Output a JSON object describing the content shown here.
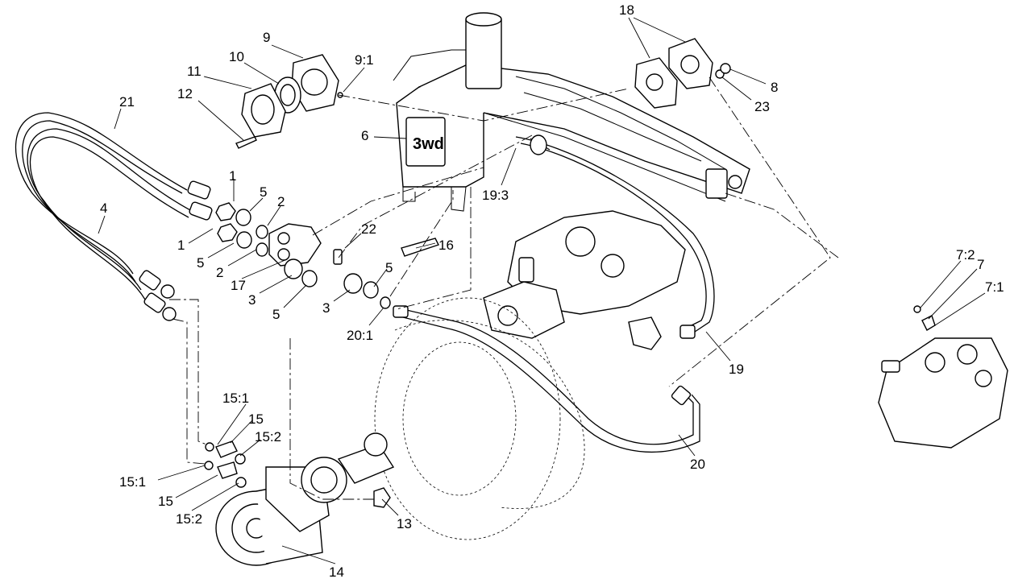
{
  "diagram": {
    "callouts": [
      {
        "id": "c-18",
        "text": "18"
      },
      {
        "id": "c-9",
        "text": "9"
      },
      {
        "id": "c-9-1",
        "text": "9:1"
      },
      {
        "id": "c-10",
        "text": "10"
      },
      {
        "id": "c-11",
        "text": "11"
      },
      {
        "id": "c-12",
        "text": "12"
      },
      {
        "id": "c-21",
        "text": "21"
      },
      {
        "id": "c-8",
        "text": "8"
      },
      {
        "id": "c-23",
        "text": "23"
      },
      {
        "id": "c-6",
        "text": "6"
      },
      {
        "id": "c-19-3",
        "text": "19:3"
      },
      {
        "id": "c-1a",
        "text": "1"
      },
      {
        "id": "c-5a",
        "text": "5"
      },
      {
        "id": "c-2a",
        "text": "2"
      },
      {
        "id": "c-4",
        "text": "4"
      },
      {
        "id": "c-1b",
        "text": "1"
      },
      {
        "id": "c-22",
        "text": "22"
      },
      {
        "id": "c-16",
        "text": "16"
      },
      {
        "id": "c-5b",
        "text": "5"
      },
      {
        "id": "c-2b",
        "text": "2"
      },
      {
        "id": "c-17",
        "text": "17"
      },
      {
        "id": "c-3a",
        "text": "3"
      },
      {
        "id": "c-5c",
        "text": "5"
      },
      {
        "id": "c-5d",
        "text": "5"
      },
      {
        "id": "c-3b",
        "text": "3"
      },
      {
        "id": "c-20-1",
        "text": "20:1"
      },
      {
        "id": "c-7-2",
        "text": "7:2"
      },
      {
        "id": "c-7",
        "text": "7"
      },
      {
        "id": "c-7-1",
        "text": "7:1"
      },
      {
        "id": "c-19",
        "text": "19"
      },
      {
        "id": "c-15-1a",
        "text": "15:1"
      },
      {
        "id": "c-15a",
        "text": "15"
      },
      {
        "id": "c-15-2a",
        "text": "15:2"
      },
      {
        "id": "c-15-1b",
        "text": "15:1"
      },
      {
        "id": "c-15b",
        "text": "15"
      },
      {
        "id": "c-15-2b",
        "text": "15:2"
      },
      {
        "id": "c-20",
        "text": "20"
      },
      {
        "id": "c-13",
        "text": "13"
      },
      {
        "id": "c-14",
        "text": "14"
      }
    ],
    "decal_text": "3wd"
  }
}
